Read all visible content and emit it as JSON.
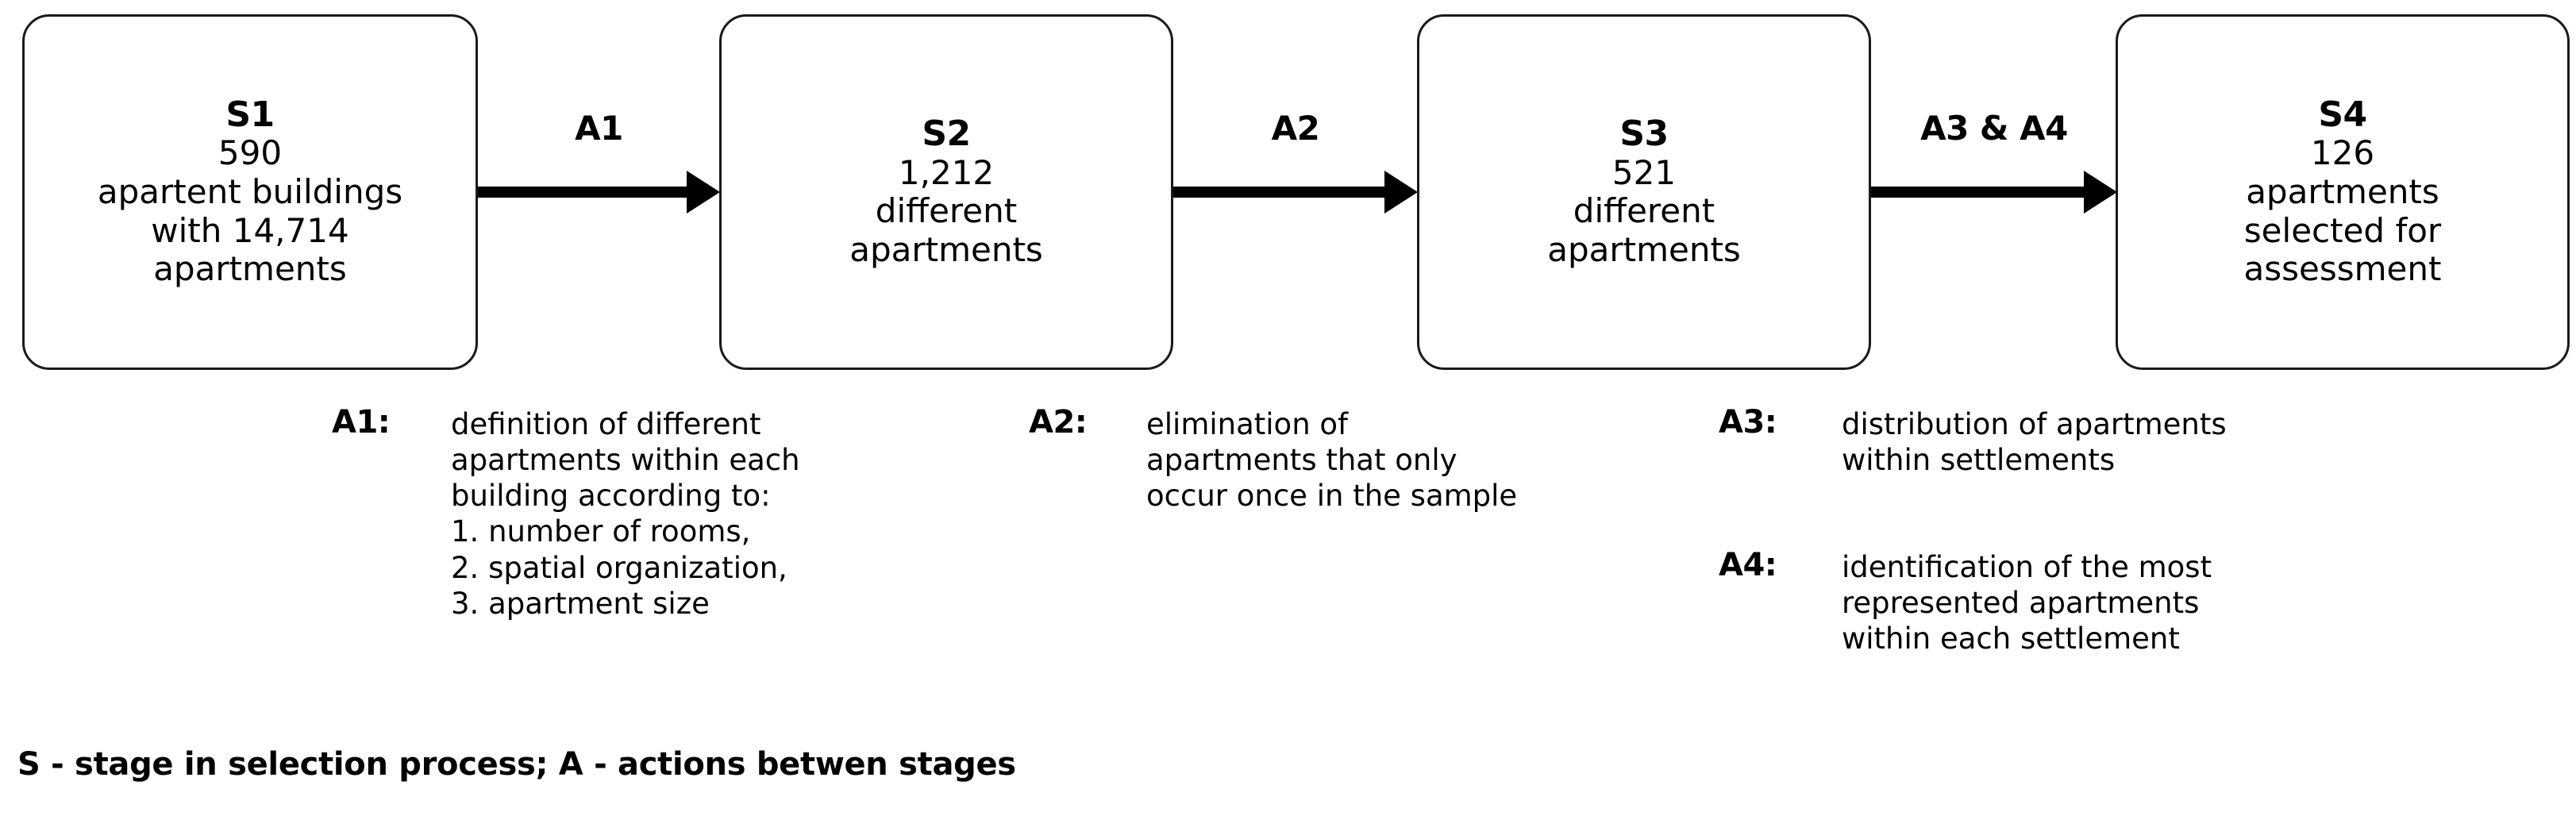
{
  "diagram": {
    "type": "flowchart",
    "orientation": "horizontal",
    "colors": {
      "box_border": "#1a1a1a",
      "arrow": "#000000",
      "text": "#000000",
      "background": "#ffffff"
    },
    "stages": [
      {
        "id": "S1",
        "title": "S1",
        "count": "590",
        "body": "apartent buildings\nwith 14,714\napartments"
      },
      {
        "id": "S2",
        "title": "S2",
        "count": "1,212",
        "body": "different\napartments"
      },
      {
        "id": "S3",
        "title": "S3",
        "count": "521",
        "body": "different\napartments"
      },
      {
        "id": "S4",
        "title": "S4",
        "count": "126",
        "body": "apartments\nselected for\nassessment"
      }
    ],
    "arrows": [
      {
        "id": "arrow-1",
        "label": "A1",
        "from": "S1",
        "to": "S2"
      },
      {
        "id": "arrow-2",
        "label": "A2",
        "from": "S2",
        "to": "S3"
      },
      {
        "id": "arrow-3",
        "label": "A3 & A4",
        "from": "S3",
        "to": "S4"
      }
    ],
    "actions": [
      {
        "id": "A1",
        "key": "A1:",
        "description": "definition of different\napartments within each\nbuilding according to:\n1. number of rooms,\n2. spatial organization,\n3. apartment size"
      },
      {
        "id": "A2",
        "key": "A2:",
        "description": "elimination of\napartments that only\noccur once in the sample"
      },
      {
        "id": "A3",
        "key": "A3:",
        "description": "distribution of apartments\nwithin settlements"
      },
      {
        "id": "A4",
        "key": "A4:",
        "description": "identification of the most\nrepresented apartments\nwithin each settlement"
      }
    ],
    "legend": "S - stage in selection process; A - actions betwen stages"
  }
}
